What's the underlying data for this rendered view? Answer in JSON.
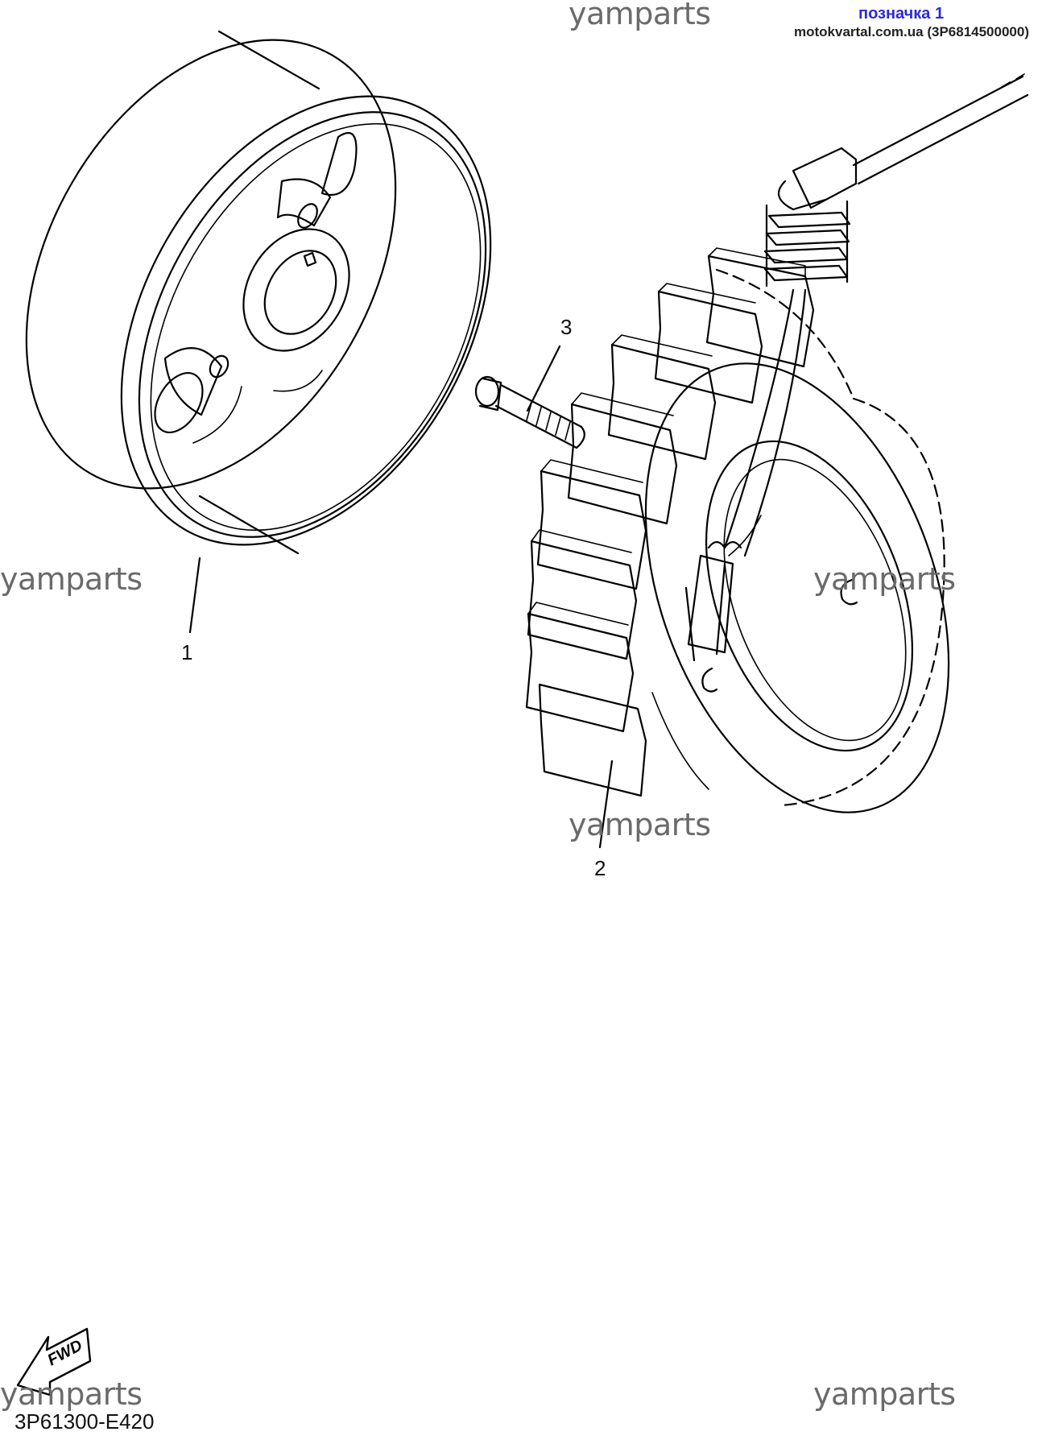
{
  "tag": {
    "label": "позначка 1",
    "site": "motokvartal.com.ua (3P6814500000)"
  },
  "watermark": "yamparts",
  "callouts": {
    "one": "1",
    "two": "2",
    "three": "3"
  },
  "diagram_code": "3P61300-E420",
  "fwd_label": "FWD",
  "colors": {
    "line": "#000000",
    "watermark": "#6a6a6a",
    "tag": "#2b2bd6"
  }
}
